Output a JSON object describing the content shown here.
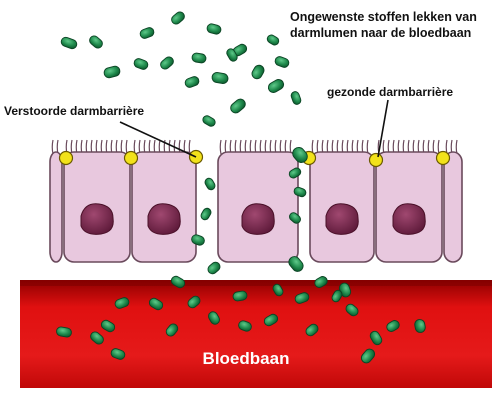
{
  "labels": {
    "leak_line1": "Ongewenste stoffen lekken van",
    "leak_line2": "darmlumen naar de bloedbaan",
    "disturbed_barrier": "Verstoorde darmbarrière",
    "healthy_barrier": "gezonde darmbarrière",
    "bloodstream": "Bloedbaan"
  },
  "colors": {
    "particle": "#1f8a4c",
    "cell_fill": "#e8c8de",
    "nucleus": "#7a2a50",
    "tight_junction": "#f2e21a",
    "blood": "#d10a0a"
  }
}
